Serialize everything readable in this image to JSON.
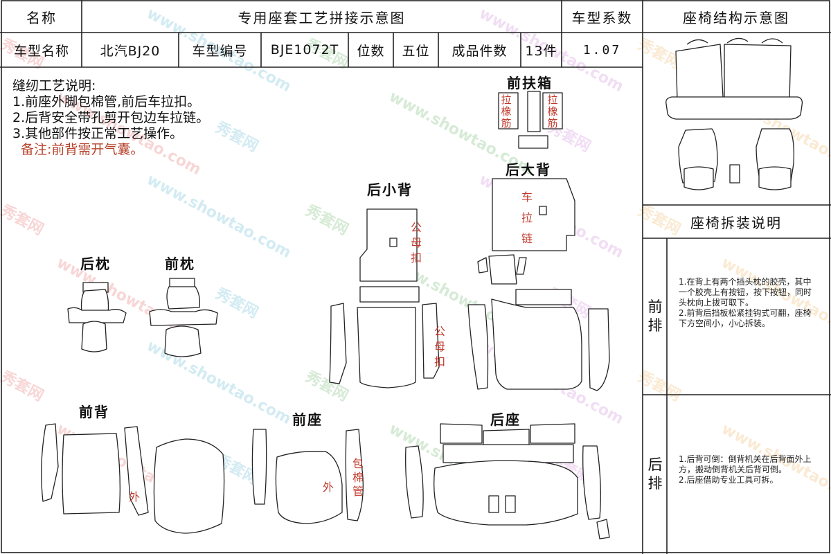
{
  "header": {
    "name_label": "名称",
    "title": "专用座套工艺拼接示意图",
    "coef_label": "车型系数",
    "structure_title": "座椅结构示意图"
  },
  "info_row": {
    "model_name_label": "车型名称",
    "model_name": "北汽BJ20",
    "model_code_label": "车型编号",
    "model_code": "BJE1072T",
    "seats_label": "位数",
    "seats": "五位",
    "pieces_label": "成品件数",
    "pieces": "13件",
    "coefficient": "1.07"
  },
  "process_notes": {
    "title": "缝纫工艺说明:",
    "items": [
      "1.前座外脚包棉管,前后车拉扣。",
      "2.后背安全带孔剪开包边车拉链。",
      "3.其他部件按正常工艺操作。"
    ],
    "remark": "备注:前背需开气囊。"
  },
  "part_labels": {
    "front_armrest_box": "前扶箱",
    "rear_big_back": "后大背",
    "rear_small_back": "后小背",
    "rear_pillow": "后枕",
    "front_pillow": "前枕",
    "front_back": "前背",
    "front_seat": "前座",
    "rear_seat": "后座"
  },
  "annotations": {
    "elastic_band": "拉橡筋",
    "zipper": "车拉链",
    "snap": "公母扣",
    "outer": "外",
    "cotton_tube": "包棉管"
  },
  "disassembly": {
    "title": "座椅拆装说明",
    "front_label": "前排",
    "front_text": [
      "1.在背上有两个插头枕的胶壳，其中一个胶壳上有按钮，按下按钮，同时头枕向上拔可取下。",
      "2.前背后挡板松紧挂钩式可翻，座椅下方空间小，小心拆装。"
    ],
    "rear_label": "后排",
    "rear_text": [
      "1.后背可倒：倒背机关在后背面外上方，搬动倒背机关后背可倒。",
      "2.后座借助专业工具可拆。"
    ]
  },
  "watermark": {
    "brand": "秀套网",
    "site": "www.showtao.com",
    "colors": [
      "#e24b4b",
      "#3aa7c9",
      "#47a447",
      "#c36ad1",
      "#e9a23b"
    ]
  }
}
